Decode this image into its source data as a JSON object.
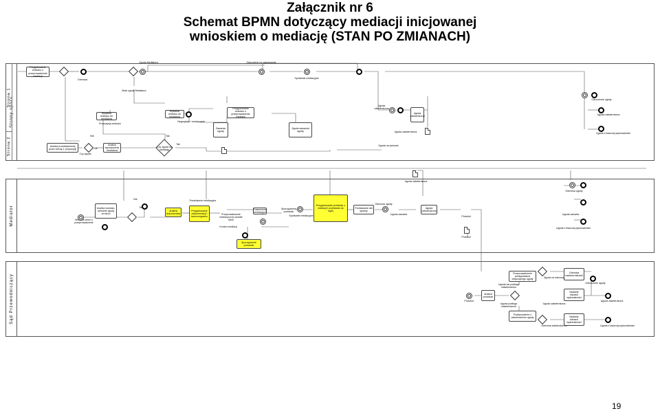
{
  "page": {
    "title_line1": "Załącznik nr 6",
    "title_line2": "Schemat BPMN dotyczący mediacji inicjowanej",
    "title_line3": "wnioskiem o mediację (STAN PO ZMIANACH)",
    "page_number": "19"
  },
  "lanes": {
    "parties": "Strony sporu",
    "party1": "Strona 1",
    "party2": "Strona 2",
    "mediator": "Mediator",
    "court": "Sąd Przewodniczący"
  },
  "party1": {
    "t_prepare": "Przygotowanie wniosku o przeprowadzenie mediacji",
    "t_send": "Wysłanie wniosku do mediatora",
    "t_propose": "Propozycja wniosku",
    "t_prepare_report": "Przygotowanie wniosku o przeprowadzenie mediacji",
    "l_refusal": "Odmowa",
    "l_contest": "Brak zgody Mediatora",
    "l_invite": "Zgoda Mediatora",
    "l_response": "Odpowiedź na zaproszenie",
    "l_meeting": "Spotkanie mediacyjne",
    "l_nego": "Negocjacje i rozwiązanie",
    "l_agreement": "Zawarcie ugody",
    "l_report_end": "Zgoda zawarcia ugody",
    "l_court": "Ugoda zatwierdzona",
    "l_final": "Ugoda z klauzulą wykonalności",
    "l_reject": "Odrzucenie ugody",
    "l_no": "Nie",
    "l_yes": "Tak"
  },
  "party2": {
    "t_analysis": "Analiza przedstawionej przez stronę 1 propozycji",
    "t_decision": "Czy zgoda",
    "t_consent": "Analiza wyznaczenia mediatora",
    "l_meeting": "Czy zgoda na mediację",
    "l_agreement": "Zgoda na wniosek",
    "l_no": "Nie",
    "l_yes": "Tak"
  },
  "mediator": {
    "t_receive": "Wniosek stron o przeprowadzenie",
    "t_check": "Analiza wniosku, zebranie zgody od stron",
    "t_consult": "Analiza dokumentów",
    "t_plan": "Przygotowanie dokumentacji i harmonogramu",
    "t_session": "Posiedzenie mediacyjne",
    "t_mediation": "Przeprowadzenie mediacji przy udziale stron",
    "t_protocol": "Sporządzenie protokołu",
    "t_report": "Przygotowanie protokołu z mediacji i przesłanie do sądu",
    "t_final_report": "Przekazanie akt sprawy",
    "l_no": "Nie",
    "l_yes": "Tak",
    "l_end": "Koniec mediacji",
    "l_reject": "Odmowa ugody",
    "l_agreement": "Ugoda zawarta",
    "l_final": "Ugoda z klauzulą wykonalności",
    "l_report_sent": "Protokół"
  },
  "court": {
    "l_receive": "Protokół",
    "t_analysis": "Analiza protokołu",
    "t_approve": "Przeprowadzenie postępowania dotyczącego ugody",
    "t_check1": "Ugoda nie podlega zatwierdzeniu",
    "t_check2": "Ugoda podlega zatwierdzeniu",
    "t_court_decision": "Postanowienie o zatwierdzeniu ugody",
    "t_refuse": "Odmowa nadania klauzuli",
    "t_grant": "Nadanie klauzuli wykonalności",
    "l_ugoda1": "Zgoda na odmowę",
    "l_ugoda2": "Ugoda zatwierdzona",
    "l_ugoda3": "Ugoda z klauzulą wykonalności",
    "l_ugoda4": "Odmowa zatwierdzenia"
  }
}
